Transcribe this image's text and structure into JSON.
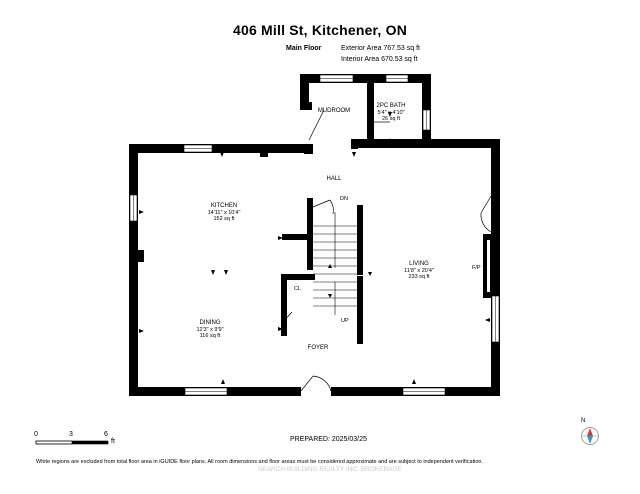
{
  "title": "406 Mill St, Kitchener, ON",
  "header": {
    "floor_name": "Main Floor",
    "exterior_area": "Exterior Area 767.53 sq ft",
    "interior_area": "Interior Area 670.53 sq ft"
  },
  "rooms": {
    "mudroom": {
      "name": "MUDROOM"
    },
    "bath": {
      "name": "2PC BATH",
      "dims": "5'4\" x 4'10\"",
      "area": "26 sq ft"
    },
    "hall": {
      "name": "HALL"
    },
    "kitchen": {
      "name": "KITCHEN",
      "dims": "14'11\" x 10'4\"",
      "area": "152 sq ft"
    },
    "living": {
      "name": "LIVING",
      "dims": "11'8\" x 20'4\"",
      "area": "233 sq ft"
    },
    "dining": {
      "name": "DINING",
      "dims": "12'3\" x 9'9\"",
      "area": "116 sq ft"
    },
    "foyer": {
      "name": "FOYER"
    },
    "closet": {
      "name": "CL"
    }
  },
  "stairs": {
    "down": "DN",
    "up": "UP"
  },
  "fireplace": "F/P",
  "scale": {
    "labels": [
      "0",
      "3",
      "6"
    ],
    "unit": "ft"
  },
  "compass": "N",
  "prepared": "PREPARED: 2025/03/25",
  "footer_note": "White regions are excluded from total floor area in iGUIDE floor plans. All room dimensions and floor areas must be considered approximate and are subject to independent verification.",
  "watermark": "SEARCH BUILDING REALTY INC. BROKERAGE"
}
